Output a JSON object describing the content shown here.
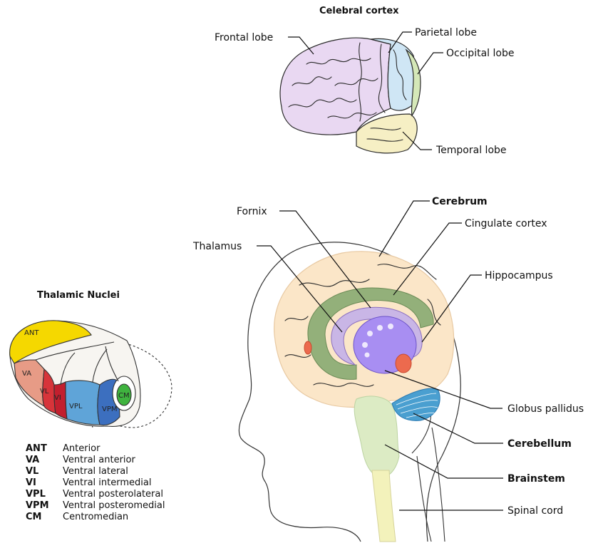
{
  "cortex": {
    "title": "Celebral cortex",
    "labels": {
      "frontal": "Frontal lobe",
      "parietal": "Parietal lobe",
      "occipital": "Occipital lobe",
      "temporal": "Temporal lobe"
    },
    "colors": {
      "frontal": "#e9d8f2",
      "parietal": "#cfe6f5",
      "occipital": "#d5e8b8",
      "temporal": "#f6efc4"
    }
  },
  "brain": {
    "labels": {
      "fornix": "Fornix",
      "cerebrum": "Cerebrum",
      "cingulate": "Cingulate cortex",
      "thalamus": "Thalamus",
      "hippocampus": "Hippocampus",
      "globus_pallidus": "Globus pallidus",
      "cerebellum": "Cerebellum",
      "brainstem": "Brainstem",
      "spinal_cord": "Spinal cord"
    },
    "colors": {
      "cerebrum": "#fbe6c8",
      "cingulate": "#93b07a",
      "thalamus": "#a88ef2",
      "fornix": "#c9b6e6",
      "globus_pallidus": "#ec6a4e",
      "cerebellum": "#4a9fd0",
      "brainstem": "#dcebc4",
      "spinal_cord": "#f3f2bb"
    }
  },
  "thalamic": {
    "title": "Thalamic Nuclei",
    "regions": {
      "ant": "ANT",
      "va": "VA",
      "vl": "VL",
      "vi": "VI",
      "vpl": "VPL",
      "vpm": "VPM",
      "cm": "CM"
    },
    "colors": {
      "ant": "#f5d800",
      "va": "#e79b86",
      "vl": "#d7343a",
      "vi": "#c21f2e",
      "vpl": "#5fa4d8",
      "vpm": "#3c6fbf",
      "cm": "#3fb33f"
    },
    "legend": [
      {
        "abbr": "ANT",
        "desc": "Anterior"
      },
      {
        "abbr": "VA",
        "desc": "Ventral anterior"
      },
      {
        "abbr": "VL",
        "desc": "Ventral lateral"
      },
      {
        "abbr": "VI",
        "desc": "Ventral intermedial"
      },
      {
        "abbr": "VPL",
        "desc": "Ventral posterolateral"
      },
      {
        "abbr": "VPM",
        "desc": "Ventral posteromedial"
      },
      {
        "abbr": "CM",
        "desc": "Centromedian"
      }
    ]
  }
}
